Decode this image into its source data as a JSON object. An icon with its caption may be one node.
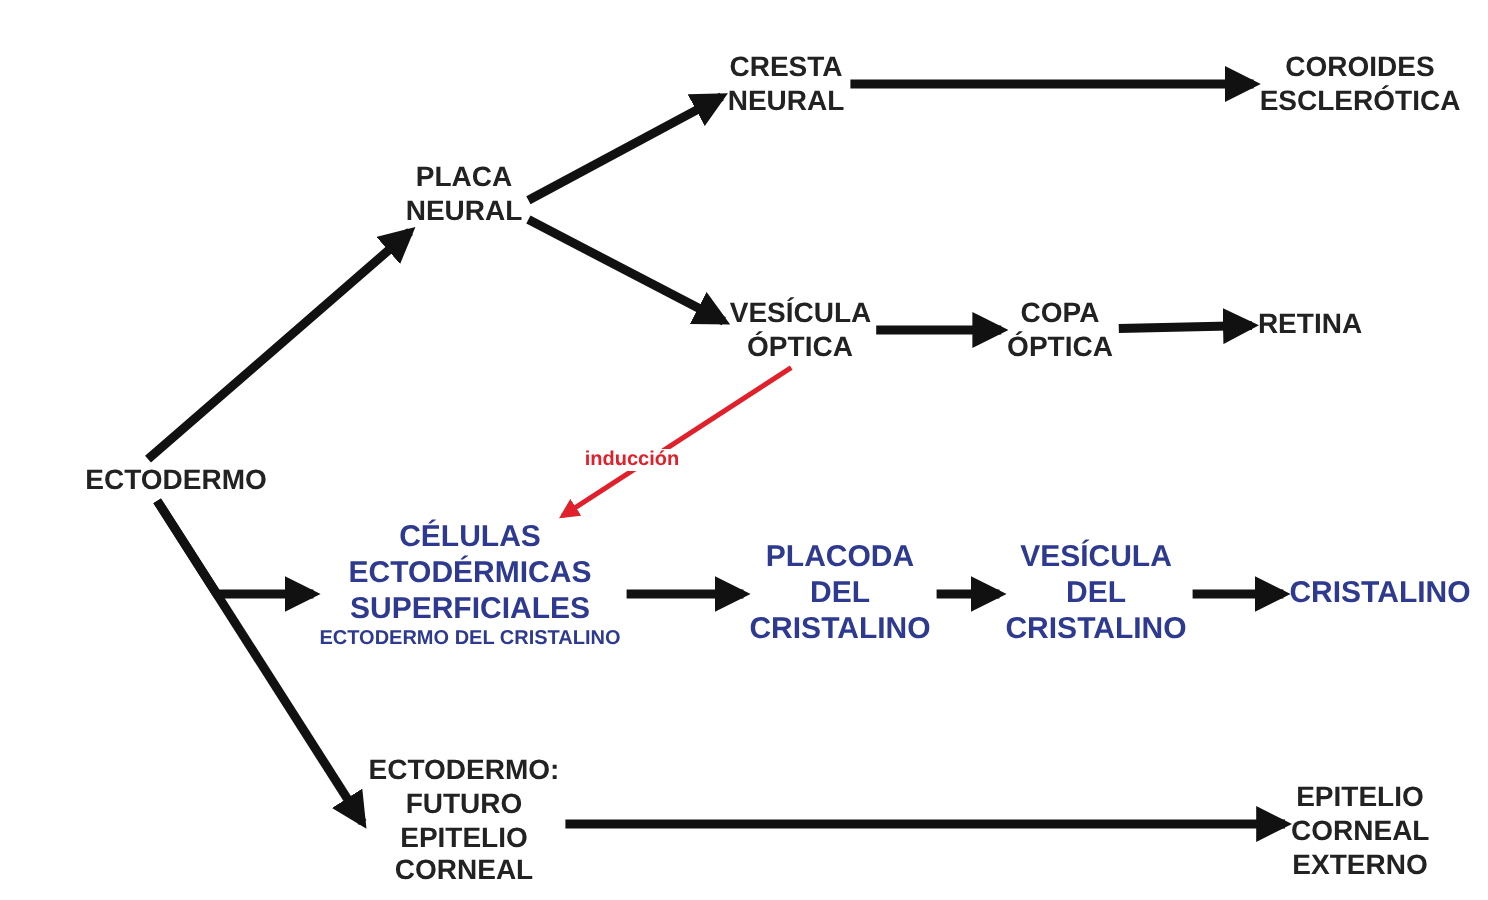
{
  "diagram": {
    "nodes": [
      {
        "text": [
          "ECTODERMO"
        ]
      },
      {
        "text": [
          "PLACA NEURAL"
        ]
      },
      {
        "text": [
          "CRESTA NEURAL"
        ]
      },
      {
        "text": [
          "COROIDES ESCLERÓTICA"
        ]
      },
      {
        "text": [
          "VESÍCULA ÓPTICA"
        ]
      },
      {
        "text": [
          "COPA ÓPTICA"
        ]
      },
      {
        "text": [
          "RETINA"
        ]
      },
      {
        "text": [
          "CÉLULAS ECTODÉRMICAS SUPERFICIALES",
          "ECTODERMO DEL CRISTALINO"
        ]
      },
      {
        "text": [
          "PLACODA DEL CRISTALINO"
        ]
      },
      {
        "text": [
          "VESÍCULA DEL CRISTALINO"
        ]
      },
      {
        "text": [
          "CRISTALINO"
        ]
      },
      {
        "text": [
          "ECTODERMO: FUTURO EPITELIO CORNEAL"
        ]
      },
      {
        "text": [
          "EPITELIO CORNEAL EXTERNO"
        ]
      }
    ],
    "edges": [
      {
        "from": 0,
        "to": 1,
        "arrow": "to"
      },
      {
        "from": 1,
        "to": 2,
        "arrow": "to"
      },
      {
        "from": 1,
        "to": 4,
        "arrow": "to"
      },
      {
        "from": 2,
        "to": 3,
        "arrow": "to"
      },
      {
        "from": 4,
        "to": 5,
        "arrow": "to"
      },
      {
        "from": 5,
        "to": 6,
        "arrow": "to"
      },
      {
        "from": 4,
        "to": 7,
        "arrow": "to",
        "label": "inducción",
        "color": "#e0202a"
      },
      {
        "from": 0,
        "to": 7,
        "arrow": "to"
      },
      {
        "from": 0,
        "to": 11,
        "arrow": "to"
      },
      {
        "from": 7,
        "to": 8,
        "arrow": "to"
      },
      {
        "from": 8,
        "to": 9,
        "arrow": "to"
      },
      {
        "from": 9,
        "to": 10,
        "arrow": "to"
      },
      {
        "from": 11,
        "to": 12,
        "arrow": "to"
      }
    ]
  }
}
